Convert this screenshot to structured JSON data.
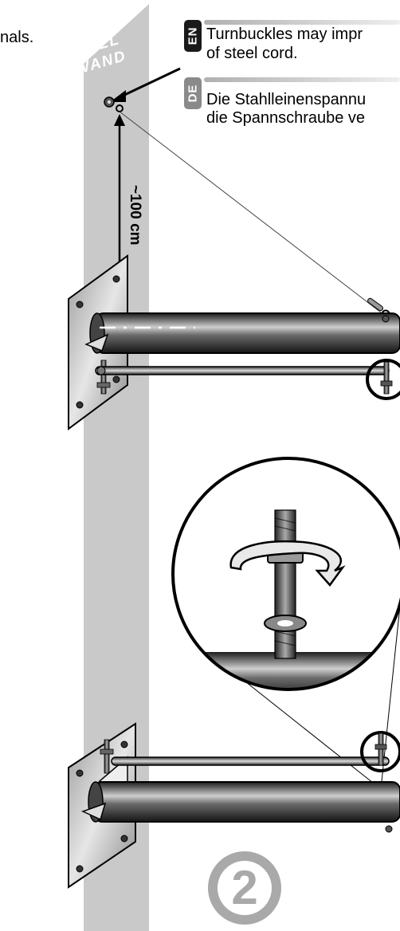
{
  "page": {
    "fragment_left": "nals.",
    "wall_label": [
      "WALL",
      "WAND"
    ],
    "measurement": "~100 cm",
    "step_number": "2"
  },
  "notes": [
    {
      "lang": "EN",
      "line1": "Turnbuckles may impr",
      "line2": "of steel cord.",
      "badge_color": "#1a1a1a"
    },
    {
      "lang": "DE",
      "line1": "Die Stahlleinenspannu",
      "line2": "die Spannschraube ve",
      "badge_color": "#8a8a8a"
    }
  ],
  "colors": {
    "wall": "#c9c9c9",
    "metal_dark": "#2a2a2a",
    "step_gray": "#a9a9a9"
  }
}
